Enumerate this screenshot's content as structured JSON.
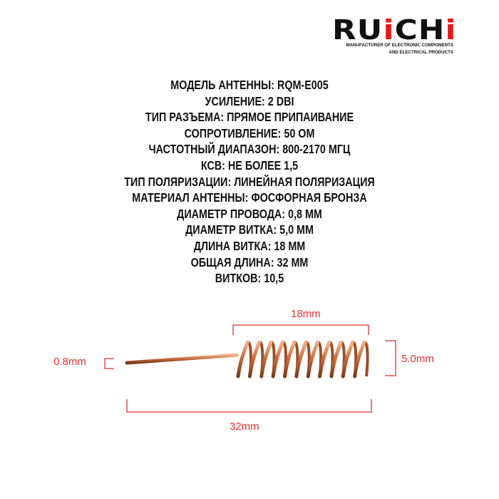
{
  "brand": {
    "name": "RUiCHi",
    "tagline_line1": "MANUFACTURER OF ELECTRONIC COMPONENTS",
    "tagline_line2": "AND ELECTRICAL PRODUCTS",
    "accent_color": "#e41b1b"
  },
  "specs": [
    "МОДЕЛЬ АНТЕННЫ: RQM-E005",
    "УСИЛЕНИЕ: 2 DBI",
    "ТИП РАЗЪЕМА: ПРЯМОЕ ПРИПАИВАНИЕ",
    "СОПРОТИВЛЕНИЕ: 50 ОМ",
    "ЧАСТОТНЫЙ ДИАПАЗОН: 800-2170 МГЦ",
    "КСВ: НЕ БОЛЕЕ 1,5",
    "ТИП ПОЛЯРИЗАЦИИ: ЛИНЕЙНАЯ ПОЛЯРИЗАЦИЯ",
    "МАТЕРИАЛ АНТЕННЫ: ФОСФОРНАЯ БРОНЗА",
    "ДИАМЕТР ПРОВОДА: 0,8 ММ",
    "ДИАМЕТР ВИТКА: 5,0 ММ",
    "ДЛИНА ВИТКА: 18 ММ",
    "ОБЩАЯ ДЛИНА: 32 ММ",
    "ВИТКОВ: 10,5"
  ],
  "dimensions": {
    "coil_length": "18mm",
    "coil_diameter": "5.0mm",
    "wire_diameter": "0.8mm",
    "total_length": "32mm",
    "color": "#e03030"
  }
}
